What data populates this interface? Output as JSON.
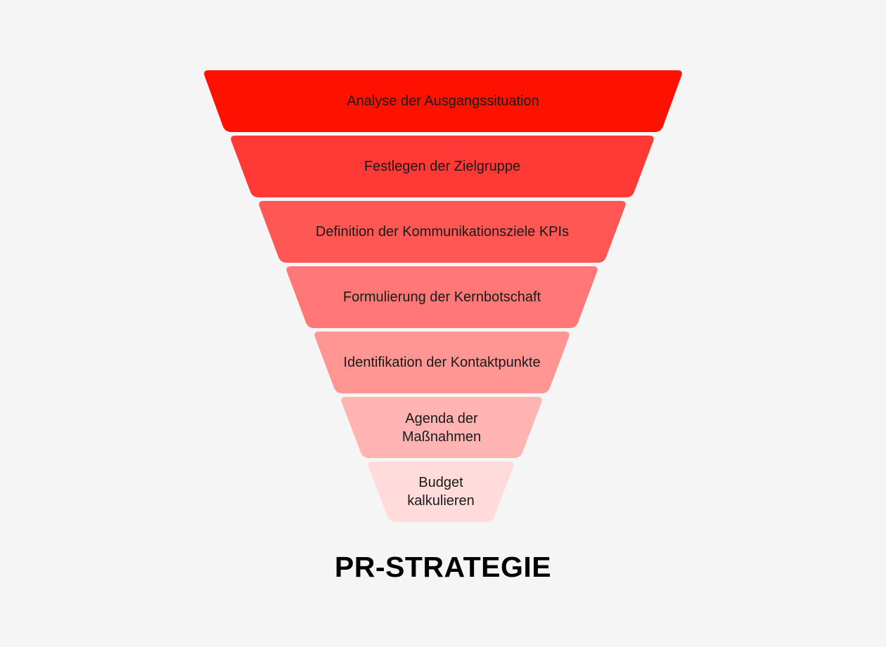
{
  "diagram": {
    "type": "funnel",
    "title": "PR-STRATEGIE",
    "layers": [
      {
        "label": "Analyse der Ausgangssituation",
        "color": "#ff1100"
      },
      {
        "label": "Festlegen der Zielgruppe",
        "color": "#ff3a36"
      },
      {
        "label": "Definition der Kommunikationsziele KPIs",
        "color": "#ff5854"
      },
      {
        "label": "Formulierung der Kernbotschaft",
        "color": "#ff7877"
      },
      {
        "label": "Identifikation der Kontaktpunkte",
        "color": "#ff9694"
      },
      {
        "label": "Agenda der Maßnahmen",
        "color": "#ffb3b3"
      },
      {
        "label": "Budget kalkulieren",
        "color": "#ffdcdb"
      }
    ]
  }
}
